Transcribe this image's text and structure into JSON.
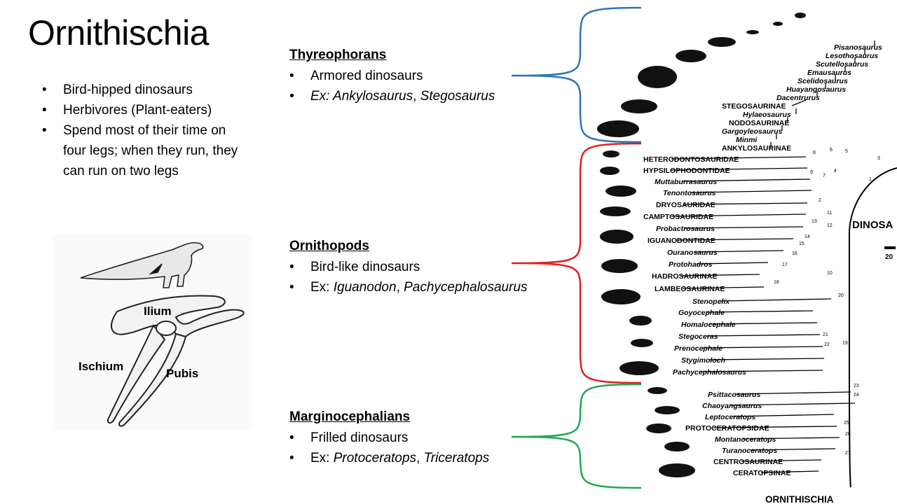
{
  "title": "Ornithischia",
  "left_bullets": [
    "Bird-hipped dinosaurs",
    "Herbivores (Plant-eaters)",
    "Spend most of their time on four legs; when they run, they can run on two legs"
  ],
  "groups": {
    "thyreophorans": {
      "heading": "Thyreophorans",
      "desc": "Armored dinosaurs",
      "ex_prefix": "Ex: ",
      "ex_a": "Ankylosaurus",
      "ex_sep": ", ",
      "ex_b": "Stegosaurus"
    },
    "ornithopods": {
      "heading": "Ornithopods",
      "desc": "Bird-like dinosaurs",
      "ex_prefix": "Ex: ",
      "ex_a": "Iguanodon",
      "ex_sep": ", ",
      "ex_b": "Pachycephalosaurus"
    },
    "marginocephalians": {
      "heading": "Marginocephalians",
      "desc": "Frilled dinosaurs",
      "ex_prefix": "Ex: ",
      "ex_a": "Protoceratops",
      "ex_sep": ", ",
      "ex_b": "Triceratops"
    }
  },
  "pelvis_labels": {
    "ilium": "Ilium",
    "ischium": "Ischium",
    "pubis": "Pubis"
  },
  "tree": {
    "root_label": "ORNITHISCHIA",
    "side_label": "DINOSA",
    "scale_label": "20",
    "bracket_colors": {
      "thyreophorans": "#2e75b6",
      "ornithopods": "#e02020",
      "marginocephalians": "#22a850"
    },
    "taxa": [
      {
        "name": "Pisanosaurus",
        "style": "italic"
      },
      {
        "name": "Lesothosaurus",
        "style": "italic"
      },
      {
        "name": "Scutellosaurus",
        "style": "italic"
      },
      {
        "name": "Emausaurus",
        "style": "italic"
      },
      {
        "name": "Scelidosaurus",
        "style": "italic"
      },
      {
        "name": "Huayangosaurus",
        "style": "italic"
      },
      {
        "name": "Dacentrurus",
        "style": "italic"
      },
      {
        "name": "STEGOSAURINAE",
        "style": "upper"
      },
      {
        "name": "Hylaeosaurus",
        "style": "italic"
      },
      {
        "name": "NODOSAURINAE",
        "style": "upper"
      },
      {
        "name": "Gargoyleosaurus",
        "style": "italic"
      },
      {
        "name": "Minmi",
        "style": "italic"
      },
      {
        "name": "ANKYLOSAURINAE",
        "style": "upper"
      },
      {
        "name": "HETERODONTOSAURIDAE",
        "style": "upper"
      },
      {
        "name": "HYPSILOPHODONTIDAE",
        "style": "upper"
      },
      {
        "name": "Muttaburrasaurus",
        "style": "italic"
      },
      {
        "name": "Tenontosaurus",
        "style": "italic"
      },
      {
        "name": "DRYOSAURIDAE",
        "style": "upper"
      },
      {
        "name": "CAMPTOSAURIDAE",
        "style": "upper"
      },
      {
        "name": "Probactrosaurus",
        "style": "italic"
      },
      {
        "name": "IGUANODONTIDAE",
        "style": "upper"
      },
      {
        "name": "Ouranosaurus",
        "style": "italic"
      },
      {
        "name": "Protohadros",
        "style": "italic"
      },
      {
        "name": "HADROSAURINAE",
        "style": "upper"
      },
      {
        "name": "LAMBEOSAURINAE",
        "style": "upper"
      },
      {
        "name": "Stenopelix",
        "style": "italic"
      },
      {
        "name": "Goyocephale",
        "style": "italic"
      },
      {
        "name": "Homalocephale",
        "style": "italic"
      },
      {
        "name": "Stegoceras",
        "style": "italic"
      },
      {
        "name": "Prenocephale",
        "style": "italic"
      },
      {
        "name": "Stygimoloch",
        "style": "italic"
      },
      {
        "name": "Pachycephalosaurus",
        "style": "italic"
      },
      {
        "name": "Psittacosaurus",
        "style": "italic"
      },
      {
        "name": "Chaoyangsaurus",
        "style": "italic"
      },
      {
        "name": "Leptoceratops",
        "style": "italic"
      },
      {
        "name": "PROTOCERATOPSIDAE",
        "style": "upper"
      },
      {
        "name": "Montanoceratops",
        "style": "italic"
      },
      {
        "name": "Turanoceratops",
        "style": "italic"
      },
      {
        "name": "CENTROSAURINAE",
        "style": "upper"
      },
      {
        "name": "CERATOPSINAE",
        "style": "upper"
      }
    ],
    "node_numbers": [
      "1",
      "2",
      "3",
      "4",
      "5",
      "6",
      "7",
      "8",
      "9",
      "10",
      "11",
      "12",
      "13",
      "14",
      "15",
      "16",
      "17",
      "18",
      "19",
      "20",
      "21",
      "22",
      "23",
      "24",
      "25",
      "26",
      "27"
    ]
  }
}
